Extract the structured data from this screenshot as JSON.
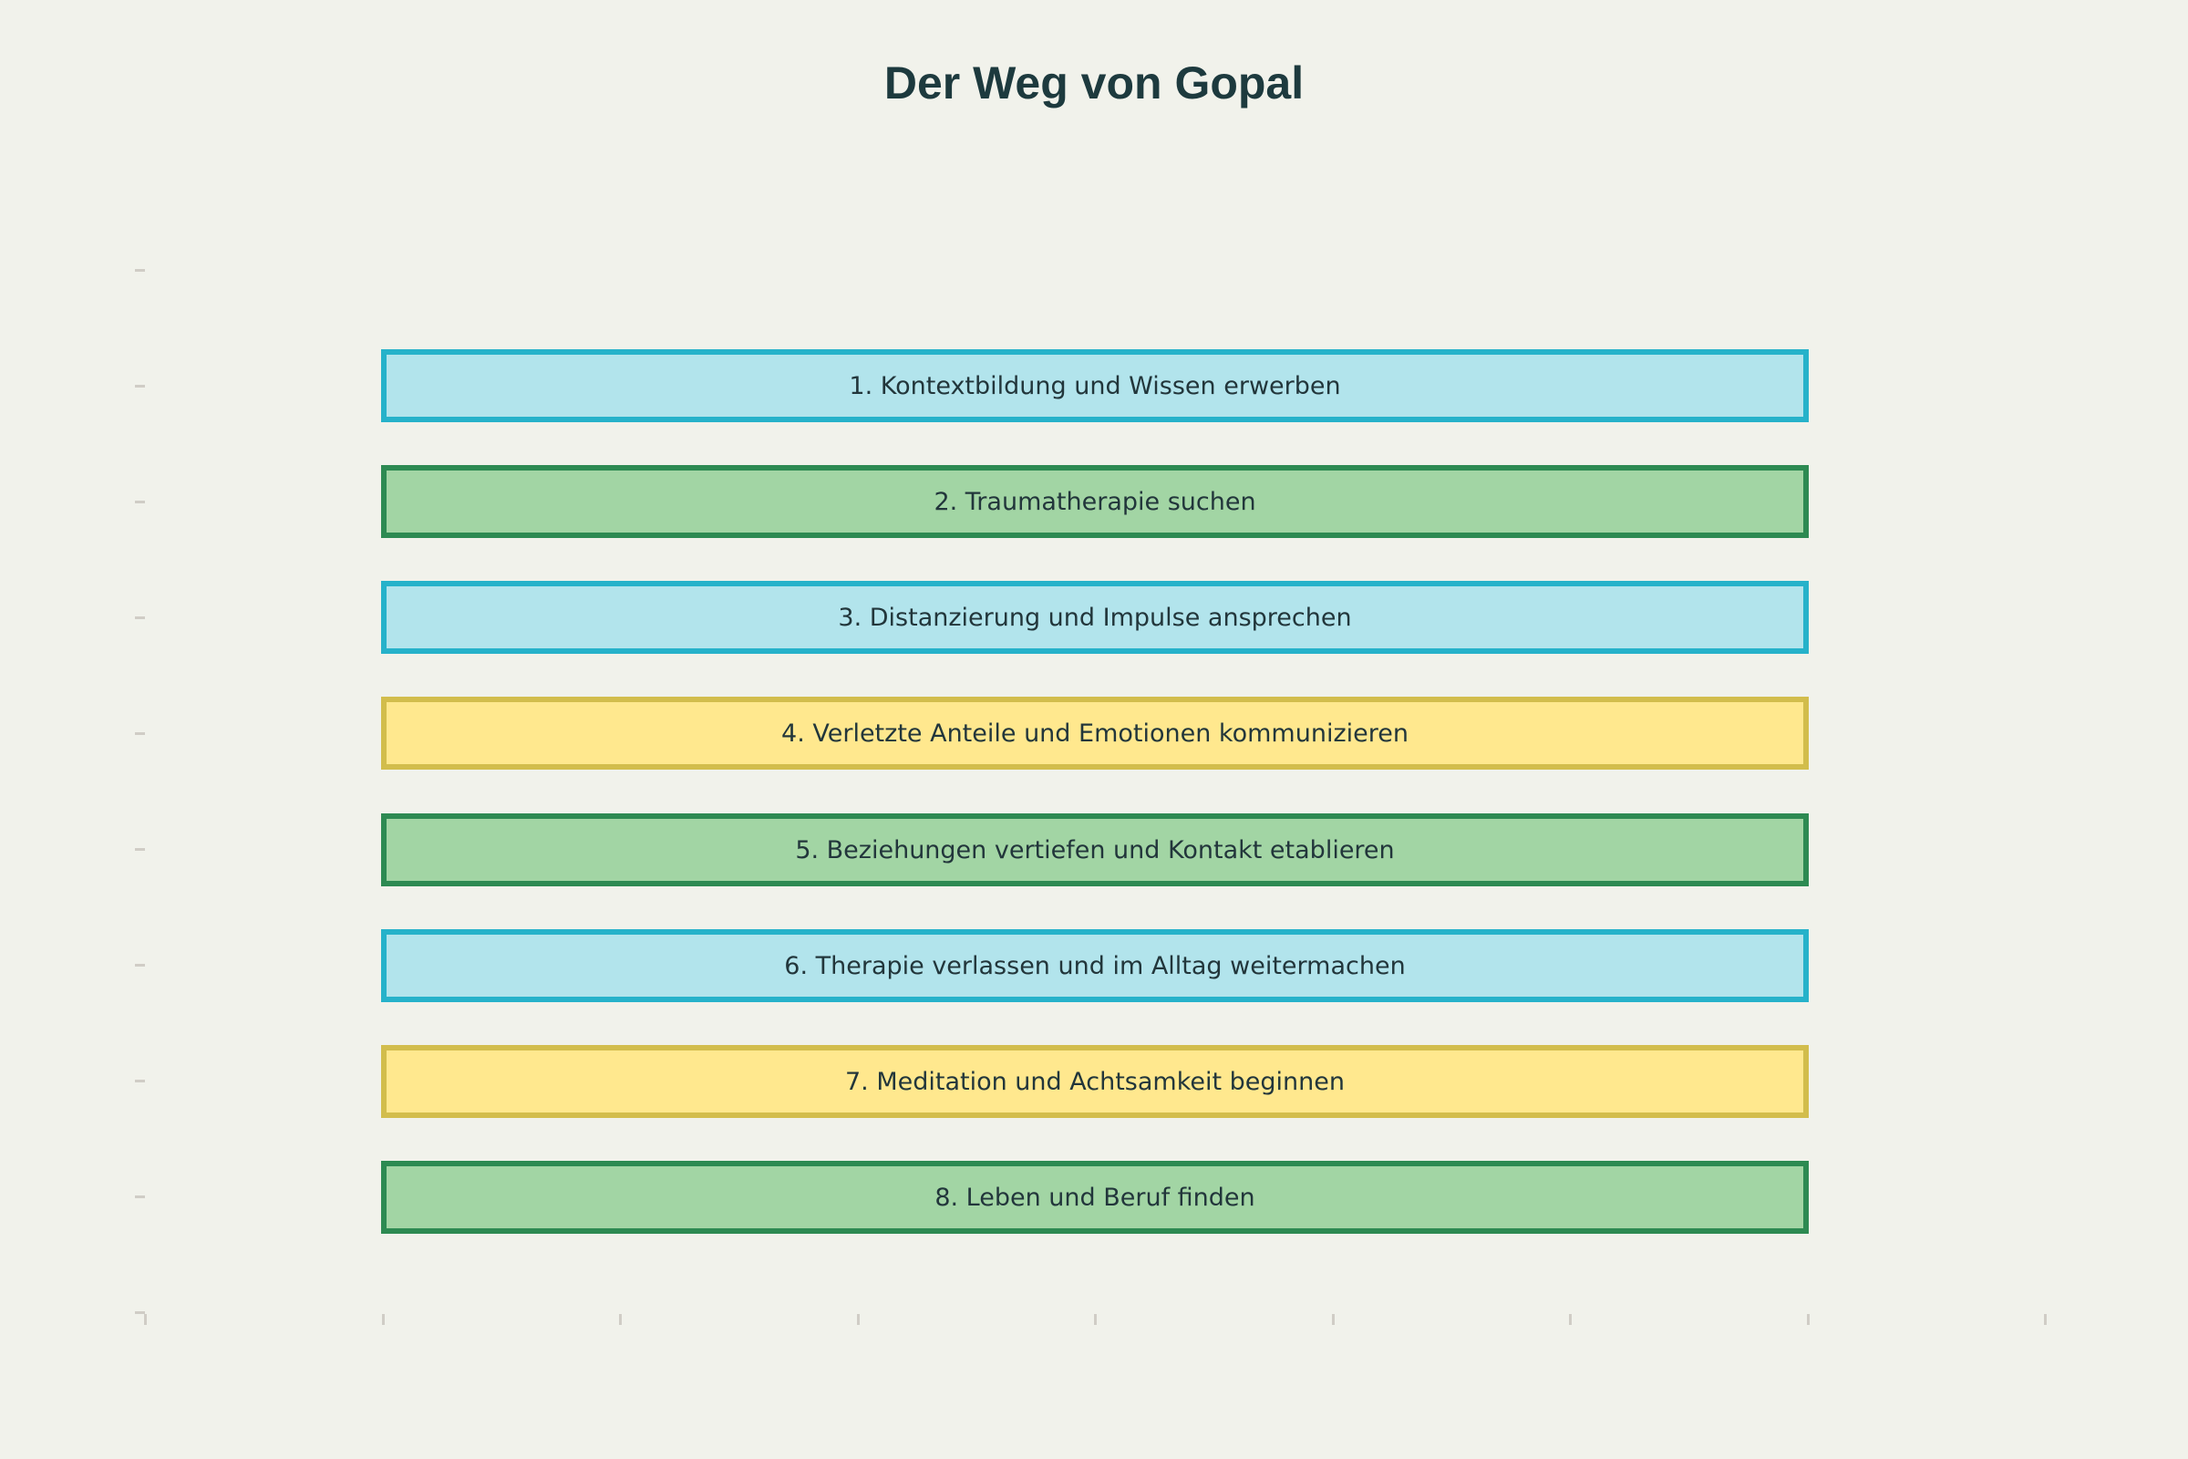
{
  "title": "Der Weg von Gopal",
  "steps": [
    {
      "label": "1. Kontextbildung und Wissen erwerben",
      "theme": "cyan"
    },
    {
      "label": "2. Traumatherapie suchen",
      "theme": "green"
    },
    {
      "label": "3. Distanzierung und Impulse ansprechen",
      "theme": "cyan"
    },
    {
      "label": "4. Verletzte Anteile und Emotionen kommunizieren",
      "theme": "yellow"
    },
    {
      "label": "5. Beziehungen vertiefen und Kontakt etablieren",
      "theme": "green"
    },
    {
      "label": "6. Therapie verlassen und im Alltag weitermachen",
      "theme": "cyan"
    },
    {
      "label": "7. Meditation und Achtsamkeit beginnen",
      "theme": "yellow"
    },
    {
      "label": "8. Leben und Beruf finden",
      "theme": "green"
    }
  ],
  "themes": {
    "cyan": {
      "fill": "#b2e4ec",
      "border": "#26b2ca"
    },
    "green": {
      "fill": "#a2d5a4",
      "border": "#2d8a52"
    },
    "yellow": {
      "fill": "#ffe88e",
      "border": "#d2bd4c"
    }
  },
  "canvas": {
    "background": "#f1f2eb",
    "tick_color": "#d0cdc6",
    "y_tick_count": 10,
    "x_tick_count": 9
  }
}
